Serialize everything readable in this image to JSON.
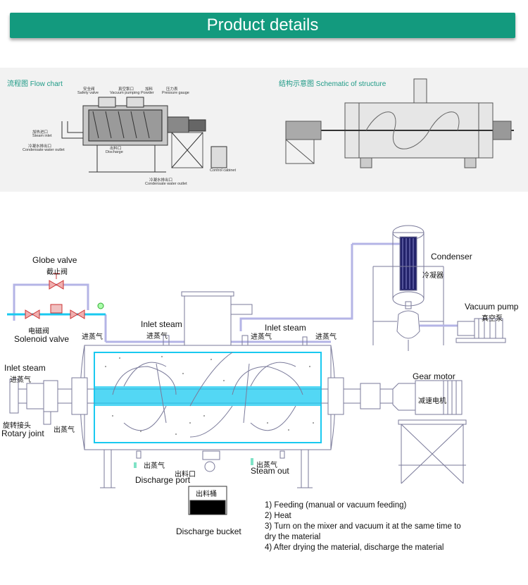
{
  "banner": {
    "title": "Product details"
  },
  "top_panels": {
    "flow_chart": {
      "title": "流程图  Flow chart",
      "labels": [
        "安全阀",
        "Safety valve",
        "真空泵口",
        "Vacuum pumping",
        "加料",
        "Powder",
        "压力表",
        "Pressure gauge",
        "加热进口",
        "Steam inlet",
        "冷凝水排出口",
        "Condensate water outlet",
        "出料口",
        "Discharge",
        "冷凝水排出口",
        "Condensate water outlet",
        "Control cabinet"
      ]
    },
    "schematic": {
      "title": "结构示意图  Schematic of structure"
    }
  },
  "diagram": {
    "globe_valve": {
      "en": "Globe valve",
      "cn": "截止阀"
    },
    "solenoid_valve": {
      "cn": "电磁阀",
      "en": "Solenoid valve"
    },
    "inlet_steam_left": {
      "en": "Inlet steam",
      "cn": "进蒸气"
    },
    "inlet_steam_top_left": {
      "cn_a": "进蒸气",
      "en": "Inlet steam",
      "cn_b": "进蒸气"
    },
    "inlet_steam_top_right": {
      "en": "Inlet steam",
      "cn_a": "进蒸气",
      "cn_b": "进蒸气"
    },
    "condenser": {
      "en": "Condenser",
      "cn": "冷凝器"
    },
    "vacuum_pump": {
      "en": "Vacuum pump",
      "cn": "真空泵"
    },
    "gear_motor": {
      "en": "Gear motor",
      "cn": "减速电机"
    },
    "rotary_joint": {
      "cn": "旋转接头",
      "en": "Rotary joint"
    },
    "steam_out_left": {
      "cn": "出蒸气"
    },
    "steam_out_bottom_left": {
      "cn": "出蒸气"
    },
    "discharge_port": {
      "cn": "出料口",
      "en": "Discharge port"
    },
    "steam_out_bottom_right": {
      "cn": "出蒸气",
      "en": "Steam out"
    },
    "discharge_bucket": {
      "cn": "出料桶",
      "en": "Discharge bucket"
    }
  },
  "steps": [
    "1) Feeding (manual or vacuum feeding)",
    "2) Heat",
    "3) Turn on the mixer and vacuum it at the same time to",
    "dry the material",
    "4) After drying the material, discharge the material"
  ],
  "colors": {
    "banner": "#139a7e",
    "steam": "#19c9f0",
    "pipe": "#b4b4e6",
    "line": "#7a7a9a"
  }
}
